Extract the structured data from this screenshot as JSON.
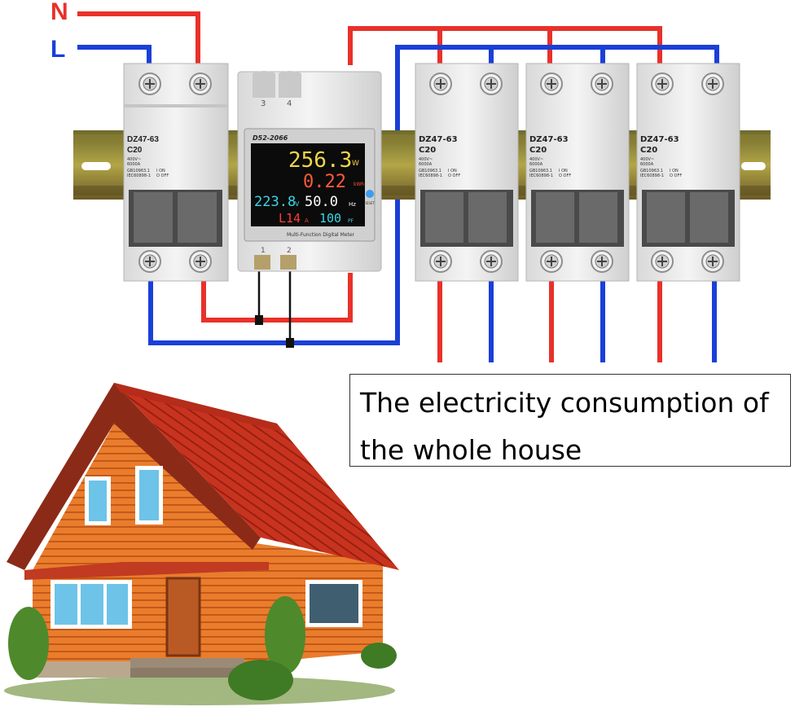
{
  "labels": {
    "neutral": "N",
    "live": "L"
  },
  "breakers": [
    {
      "model": "DZ47-63",
      "rating": "C20",
      "volt": "400V~",
      "cap": "6000A",
      "std1": "GB10963.1",
      "std2": "IEC60898-1",
      "on": "I ON",
      "off": "O OFF"
    },
    {
      "model": "DZ47-63",
      "rating": "C20",
      "volt": "400V~",
      "cap": "6000A",
      "std1": "GB10963.1",
      "std2": "IEC60898-1",
      "on": "I ON",
      "off": "O OFF"
    },
    {
      "model": "DZ47-63",
      "rating": "C20",
      "volt": "400V~",
      "cap": "6000A",
      "std1": "GB10963.1",
      "std2": "IEC60898-1",
      "on": "I ON",
      "off": "O OFF"
    },
    {
      "model": "DZ47-63",
      "rating": "C20",
      "volt": "400V~",
      "cap": "6000A",
      "std1": "GB10963.1",
      "std2": "IEC60898-1",
      "on": "I ON",
      "off": "O OFF"
    }
  ],
  "meter": {
    "model": "D52-2066",
    "top_terminals": [
      "3",
      "4"
    ],
    "bottom_terminals": [
      "1",
      "2"
    ],
    "power": "256.3",
    "power_unit": "W",
    "energy": "0.22",
    "energy_unit": "kWh",
    "voltage": "223.8",
    "voltage_unit": "V",
    "frequency": "50.0",
    "frequency_unit": "Hz",
    "current": "L14",
    "current_unit": "A",
    "pf": "100",
    "pf_unit": "PF",
    "reset": "RESET",
    "footer": "Multi-Function Digital Meter"
  },
  "caption": {
    "line1": "The electricity consumption of",
    "line2": "the whole house"
  },
  "colors": {
    "neutral": "#e8312a",
    "live": "#1a3fd8",
    "rail": "#9a8a3a",
    "breaker": "#ececec"
  }
}
